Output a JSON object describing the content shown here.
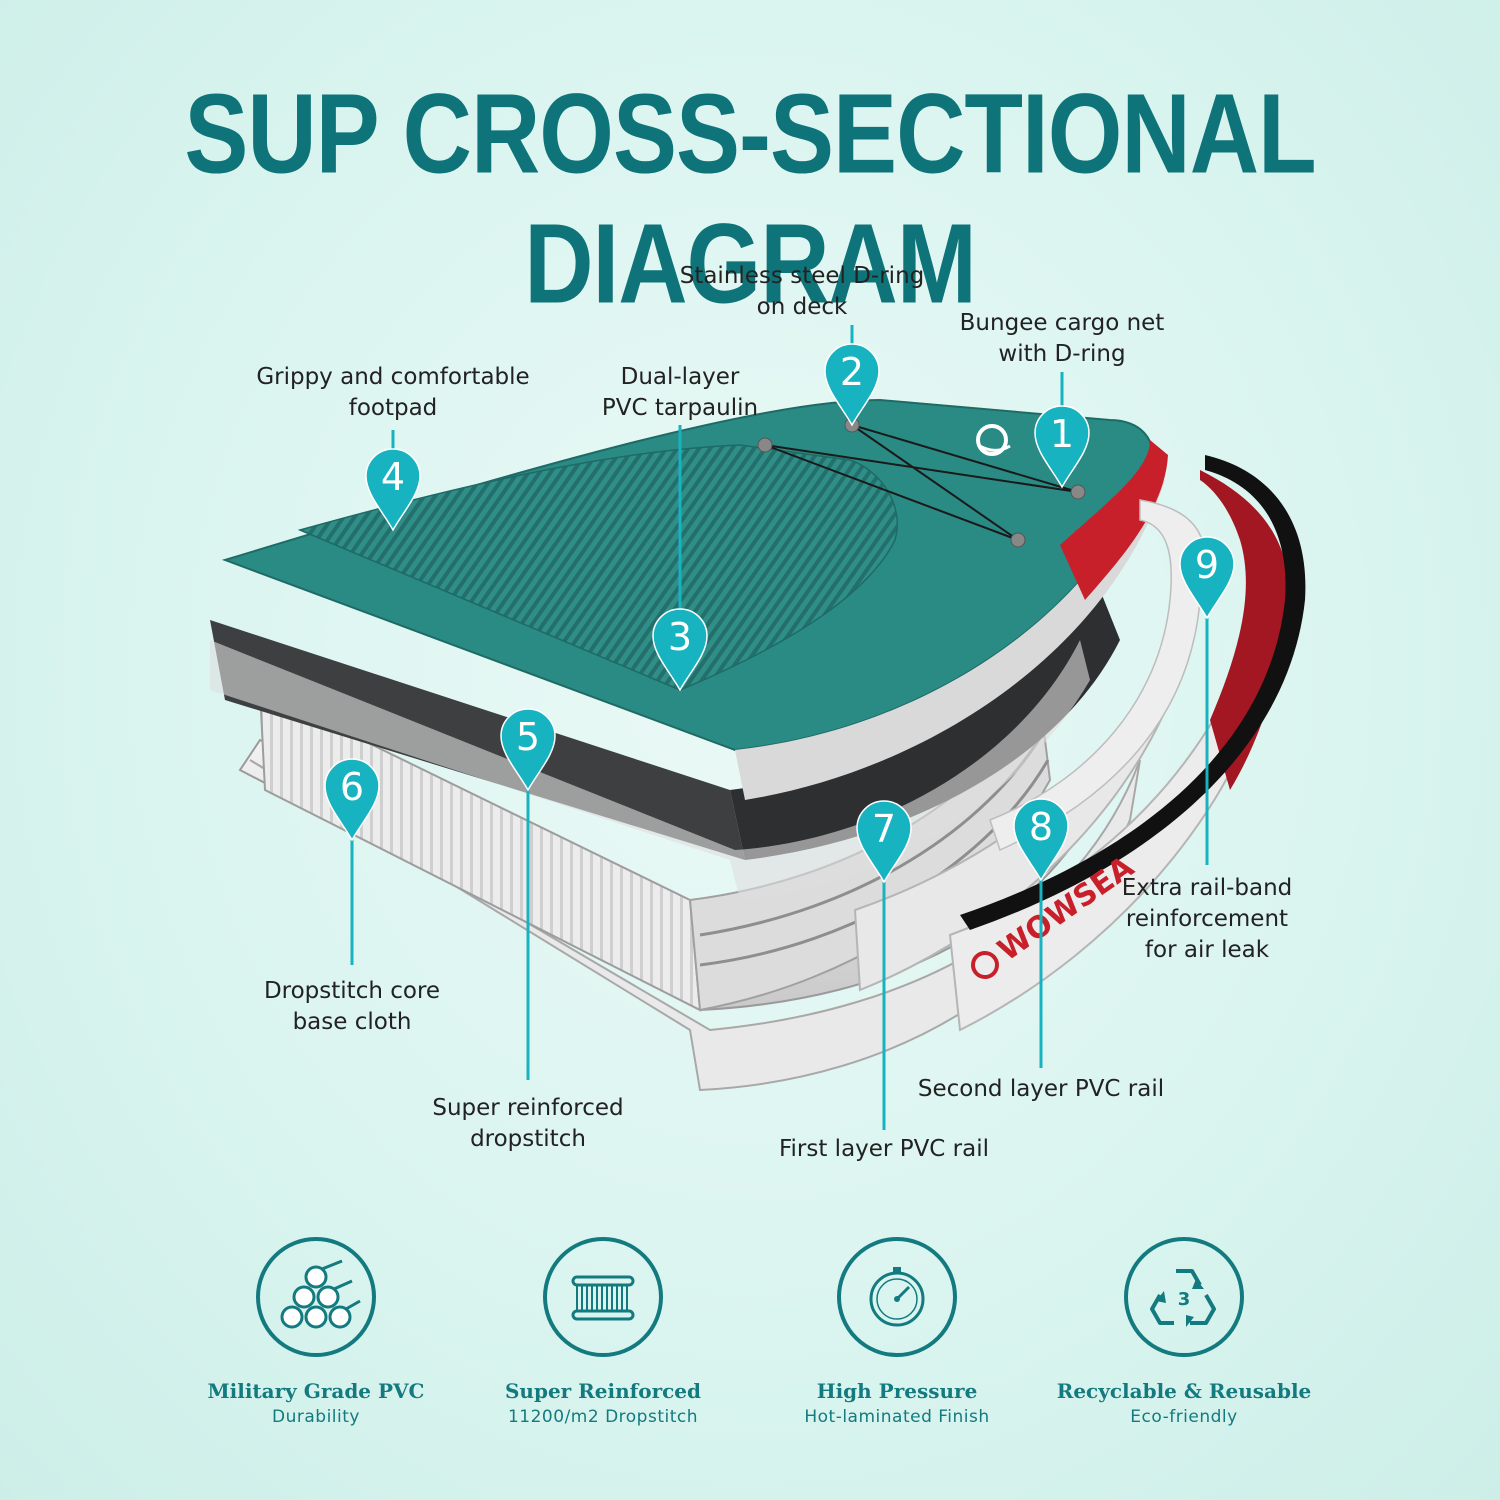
{
  "title": "SUP CROSS-SECTIONAL DIAGRAM",
  "brand": "WOWSEA",
  "callouts": [
    {
      "num": "1",
      "lines": [
        "Bungee cargo net",
        "with D-ring"
      ]
    },
    {
      "num": "2",
      "lines": [
        "Stainless steel D-ring",
        "on deck"
      ]
    },
    {
      "num": "3",
      "lines": [
        "Dual-layer",
        "PVC tarpaulin"
      ]
    },
    {
      "num": "4",
      "lines": [
        "Grippy and comfortable",
        "footpad"
      ]
    },
    {
      "num": "5",
      "lines": [
        "Super reinforced",
        "dropstitch"
      ]
    },
    {
      "num": "6",
      "lines": [
        "Dropstitch core",
        "base cloth"
      ]
    },
    {
      "num": "7",
      "lines": [
        "First layer PVC rail"
      ]
    },
    {
      "num": "8",
      "lines": [
        "Second layer PVC rail"
      ]
    },
    {
      "num": "9",
      "lines": [
        "Extra rail-band",
        "reinforcement",
        "for air leak"
      ]
    }
  ],
  "features": [
    {
      "icon": "pvc-tubes-icon",
      "title": "Military Grade PVC",
      "subtitle": "Durability"
    },
    {
      "icon": "dropstitch-icon",
      "title": "Super Reinforced",
      "subtitle": "11200/m2 Dropstitch"
    },
    {
      "icon": "pressure-gauge-icon",
      "title": "High Pressure",
      "subtitle": "Hot-laminated Finish"
    },
    {
      "icon": "recycle-icon",
      "title": "Recyclable & Reusable",
      "subtitle": "Eco-friendly"
    }
  ],
  "recycle_number": "3",
  "colors": {
    "accent": "#137a7f",
    "pin": "#17b3c0",
    "deck": "#2a8a84",
    "red": "#c8202a"
  }
}
